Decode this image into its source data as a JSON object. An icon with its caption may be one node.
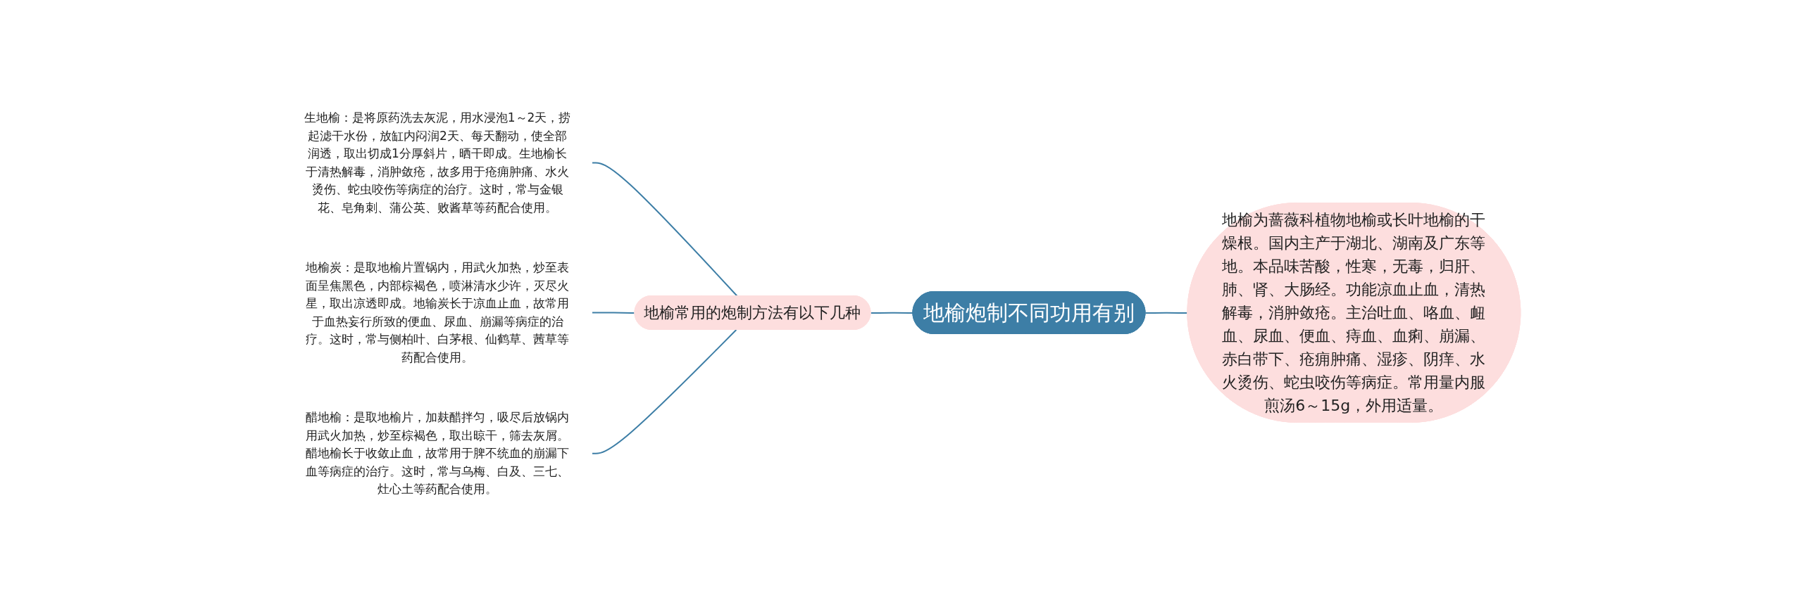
{
  "diagram": {
    "nodes": [
      {
        "text": [
          "地榆炮制不同功用有别"
        ]
      },
      {
        "text": [
          "地榆常用的炮制方法有以下几种"
        ]
      },
      {
        "text": [
          "生地榆：是将原药洗去灰泥，用水浸泡1～2天，捞起滤干水份，放缸内闷润2天、每天翻动，使全部润透，取出切成1分厚斜片，晒干即成。生地榆长于清热解毒，消肿敛疮，故多用于疮痈肿痛、水火烫伤、蛇虫咬伤等病症的治疗。这时，常与金银花、皂角刺、蒲公英、败酱草等药配合使用。"
        ]
      },
      {
        "text": [
          "地榆炭：是取地榆片置锅内，用武火加热，炒至表面呈焦黑色，内部棕褐色，喷淋清水少许，灭尽火星，取出凉透即成。地输炭长于凉血止血，故常用于血热妄行所致的便血、尿血、崩漏等病症的治疗。这时，常与侧柏叶、白茅根、仙鹤草、茜草等药配合使用。"
        ]
      },
      {
        "text": [
          "醋地榆：是取地榆片，加麸醋拌匀，吸尽后放锅内用武火加热，炒至棕褐色，取出晾干，筛去灰屑。醋地榆长于收敛止血，故常用于脾不统血的崩漏下血等病症的治疗。这时，常与乌梅、白及、三七、灶心土等药配合使用。"
        ]
      },
      {
        "text": [
          "地榆为蔷薇科植物地榆或长叶地榆的干燥根。国内主产于湖北、湖南及广东等地。本品味苦酸，性寒，无毒，归肝、肺、肾、大肠经。功能凉血止血，清热解毒，消肿敛疮。主治吐血、咯血、衄血、尿血、便血、痔血、血痢、崩漏、赤白带下、疮痈肿痛、湿疹、阴痒、水火烫伤、蛇虫咬伤等病症。常用量内服煎汤6～15g，外用适量。"
        ]
      }
    ],
    "edges": [
      {
        "from": 5,
        "to": 0,
        "arrow": "none"
      },
      {
        "from": 0,
        "to": 1,
        "arrow": "none"
      },
      {
        "from": 1,
        "to": 2,
        "arrow": "none"
      },
      {
        "from": 1,
        "to": 3,
        "arrow": "none"
      },
      {
        "from": 1,
        "to": 4,
        "arrow": "none"
      }
    ]
  }
}
